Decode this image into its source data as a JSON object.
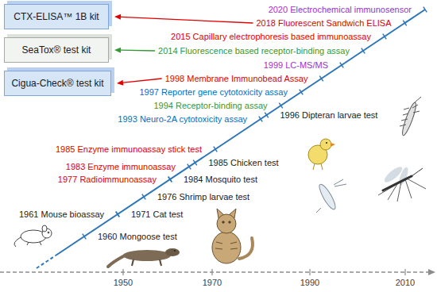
{
  "diagram": {
    "nodes": [
      {
        "text": [
          "CTX-ELISA™ 1B kit"
        ]
      },
      {
        "text": [
          "SeaTox® test kit"
        ]
      },
      {
        "text": [
          "Cigua-Check® test kit"
        ]
      }
    ],
    "labels": [
      "2020 Electrochemical immunosensor",
      "2018 Fluorescent Sandwich ELISA",
      "2015 Capillary electrophoresis based immunoassay",
      "2014 Fluorescence based receptor-binding assay",
      "1999 LC-MS/MS",
      "1998 Membrane Immunobead Assay",
      "1997 Reporter gene cytotoxicity assay",
      "1994 Receptor-binding assay",
      "1996 Dipteran larvae test",
      "1993 Neuro-2A cytotoxicity assay",
      "1985 Enzyme immunoassay stick test",
      "1985 Chicken test",
      "1983 Enzyme immunoassay",
      "1984 Mosquito test",
      "1977 Radioimmunoassay",
      "1976 Shrimp larvae test",
      "1971 Cat test",
      "1961 Mouse bioassay",
      "1960 Mongoose test",
      "1950",
      "1970",
      "1990",
      "2010"
    ]
  }
}
